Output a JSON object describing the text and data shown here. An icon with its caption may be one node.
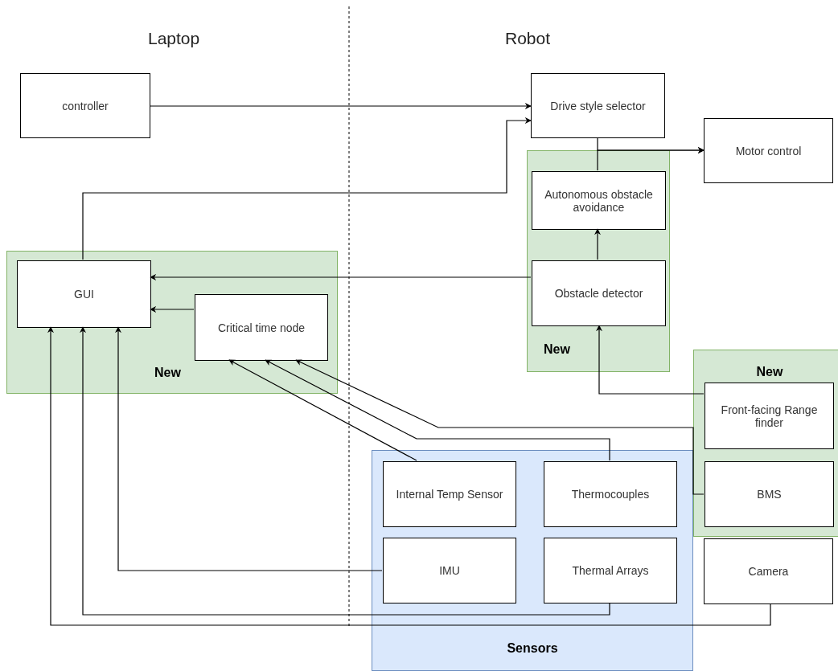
{
  "diagram": {
    "nodes": [
      {
        "text": [
          "controller"
        ]
      },
      {
        "text": [
          "Drive style selector"
        ]
      },
      {
        "text": [
          "Motor control"
        ]
      },
      {
        "text": [
          "New"
        ]
      },
      {
        "text": [
          "Autonomous obstacle avoidance"
        ],
        "in": 3
      },
      {
        "text": [
          "Obstacle detector"
        ],
        "in": 3
      },
      {
        "text": [
          "New"
        ]
      },
      {
        "text": [
          "GUI"
        ],
        "in": 6
      },
      {
        "text": [
          "Critical time node"
        ],
        "in": 6
      },
      {
        "text": [
          "New"
        ]
      },
      {
        "text": [
          "Front-facing Range finder"
        ],
        "in": 9
      },
      {
        "text": [
          "BMS"
        ],
        "in": 9
      },
      {
        "text": [
          "Camera"
        ]
      },
      {
        "text": [
          "Sensors"
        ]
      },
      {
        "text": [
          "Internal Temp Sensor"
        ],
        "in": 13
      },
      {
        "text": [
          "Thermocouples"
        ],
        "in": 13
      },
      {
        "text": [
          "IMU"
        ],
        "in": 13
      },
      {
        "text": [
          "Thermal Arrays"
        ],
        "in": 13
      }
    ],
    "edges": [
      {
        "from": 0,
        "to": 1,
        "arrow": "to"
      },
      {
        "from": 7,
        "to": 1,
        "arrow": "to"
      },
      {
        "from": 1,
        "to": 2,
        "arrow": "to"
      },
      {
        "from": 4,
        "to": 2,
        "arrow": "to"
      },
      {
        "from": 5,
        "to": 4,
        "arrow": "to"
      },
      {
        "from": 5,
        "to": 7,
        "arrow": "to"
      },
      {
        "from": 8,
        "to": 7,
        "arrow": "to"
      },
      {
        "from": 14,
        "to": 8,
        "arrow": "to"
      },
      {
        "from": 15,
        "to": 8,
        "arrow": "to"
      },
      {
        "from": 11,
        "to": 8,
        "arrow": "to"
      },
      {
        "from": 10,
        "to": 5,
        "arrow": "to"
      },
      {
        "from": 16,
        "to": 7,
        "arrow": "to"
      },
      {
        "from": 17,
        "to": 7,
        "arrow": "to"
      },
      {
        "from": 12,
        "to": 7,
        "arrow": "to"
      }
    ],
    "labels": [
      "Laptop",
      "Robot"
    ]
  }
}
